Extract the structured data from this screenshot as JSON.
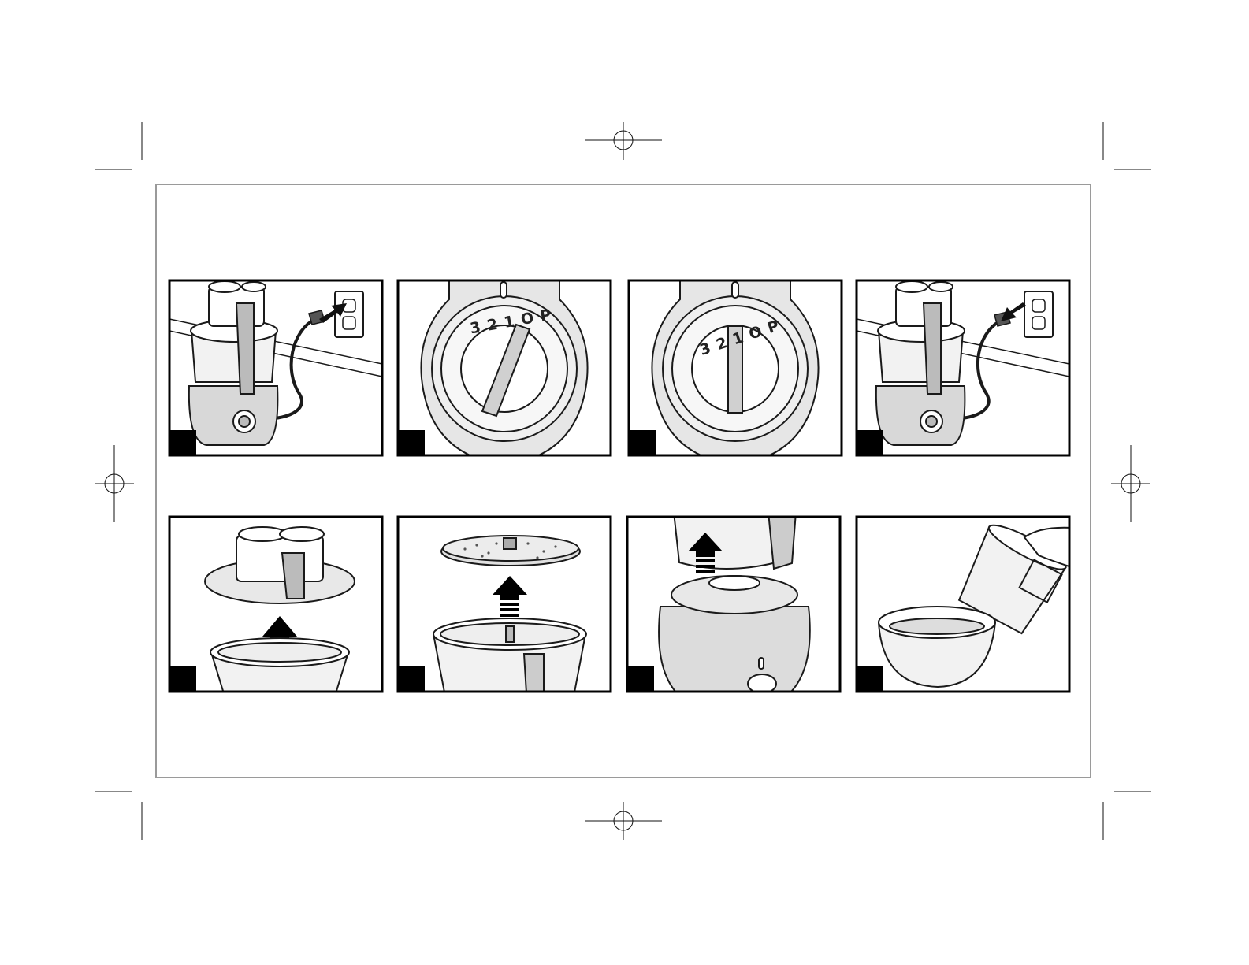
{
  "document": {
    "type": "instruction-illustration-sheet",
    "colors": {
      "frame": "#9a9a9a",
      "ink": "#1a1a1a",
      "fill": "#e6e6e6",
      "badge": "#000000"
    }
  },
  "panels": [
    {
      "id": "1",
      "row": 1,
      "icon": "plug-into-outlet-icon"
    },
    {
      "id": "2",
      "row": 1,
      "icon": "speed-dial-off-icon",
      "dial_label": "3 2 1 O P"
    },
    {
      "id": "3",
      "row": 1,
      "icon": "speed-dial-on-icon",
      "dial_label": "3 2 1 O P"
    },
    {
      "id": "4",
      "row": 1,
      "icon": "unplug-from-outlet-icon"
    },
    {
      "id": "5",
      "row": 2,
      "icon": "remove-lid-icon"
    },
    {
      "id": "6",
      "row": 2,
      "icon": "remove-disc-icon"
    },
    {
      "id": "7",
      "row": 2,
      "icon": "remove-bowl-icon"
    },
    {
      "id": "8",
      "row": 2,
      "icon": "pour-into-bowl-icon"
    }
  ]
}
